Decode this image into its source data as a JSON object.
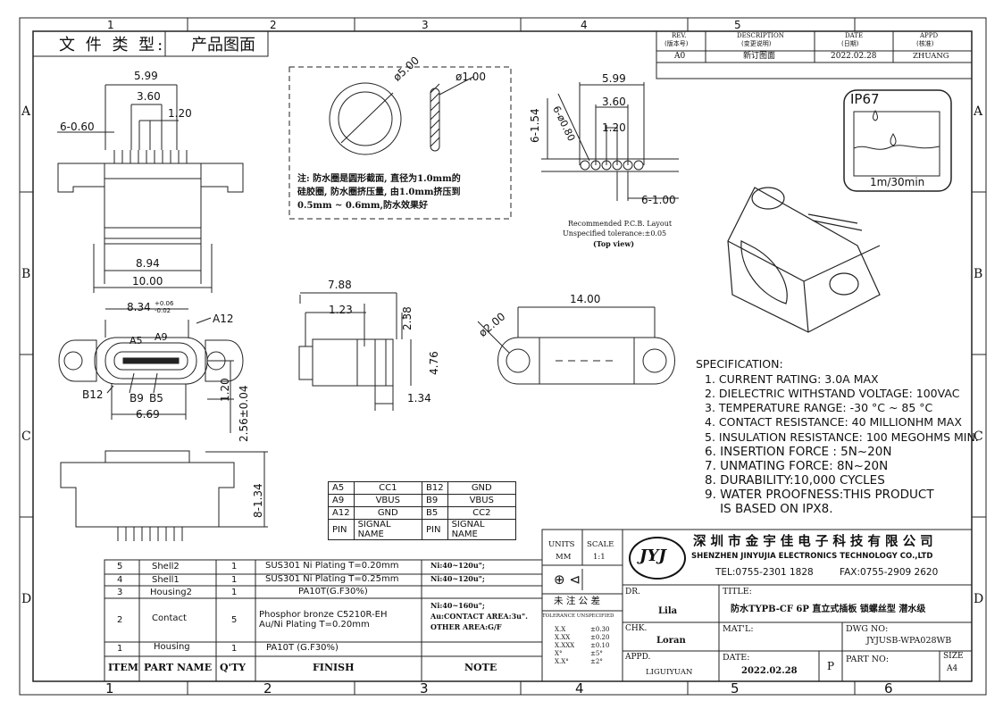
{
  "zones": {
    "top": [
      "1",
      "2",
      "3",
      "4",
      "5"
    ],
    "bottom": [
      "1",
      "2",
      "3",
      "4",
      "5",
      "6"
    ],
    "left": [
      "A",
      "B",
      "C",
      "D"
    ],
    "right": [
      "A",
      "B",
      "C",
      "D"
    ]
  },
  "doc_type_label": "文 件 类 型:",
  "doc_type_value": "产品图面",
  "revision": {
    "headers": {
      "rev": "REV.",
      "rev_cn": "(版本号)",
      "desc": "DESCRIPTION",
      "desc_cn": "(变更说明)",
      "date": "DATE",
      "date_cn": "(日期)",
      "appd": "APPD",
      "appd_cn": "(核准)"
    },
    "row": {
      "rev": "A0",
      "desc": "新订图面",
      "date": "2022.02.28",
      "appd": "ZHUANG"
    }
  },
  "ip_badge": {
    "title": "IP67",
    "caption": "1m/30min"
  },
  "dims_front": {
    "d599": "5.99",
    "d360": "3.60",
    "d120": "1.20",
    "d060": "6-0.60",
    "d894": "8.94",
    "d1000": "10.00"
  },
  "oring": {
    "d500": "ø5.00",
    "d100": "ø1.00",
    "note_lines": [
      "注: 防水圈是圆形截面, 直径为1.0mm的",
      "硅胶圈, 防水圈挤压量, 由1.0mm挤压到",
      "0.5mm ~ 0.6mm,防水效果好"
    ]
  },
  "pcb": {
    "d599": "5.99",
    "d360": "3.60",
    "d120": "1.20",
    "d154": "6-1.54",
    "d080": "6-ø0.80",
    "d100": "6-1.00",
    "caption": [
      "Recommended P.C.B. Layout",
      "Unspecified tolerance:±0.05",
      "(Top view)"
    ]
  },
  "dims_face": {
    "d834": "8.34",
    "tol_up": "+0.06",
    "tol_dn": "-0.02",
    "a12": "A12",
    "a5": "A5",
    "a9": "A9",
    "b12": "B12",
    "b9": "B9",
    "b5": "B5",
    "d669": "6.69",
    "d120": "1.20",
    "d256": "2.56±0.04"
  },
  "dims_side": {
    "d788": "7.88",
    "d123": "1.23",
    "d238": "2.38",
    "d476": "4.76",
    "d134": "1.34"
  },
  "dims_top": {
    "d1400": "14.00",
    "d200": "ø2.00"
  },
  "dims_bottom": {
    "d134": "8-1.34"
  },
  "specification": {
    "title": "SPECIFICATION:",
    "items": [
      "1. CURRENT RATING: 3.0A MAX",
      "2. DIELECTRIC WITHSTAND VOLTAGE: 100VAC",
      "3. TEMPERATURE RANGE: -30 °C ~ 85 °C",
      "4. CONTACT RESISTANCE: 40 MILLIONHM MAX",
      "5. INSULATION RESISTANCE: 100 MEGOHMS MIN.",
      "6.  INSERTION FORCE : 5N~20N",
      "7.  UNMATING FORCE: 8N~20N",
      "8.  DURABILITY:10,000 CYCLES",
      "9.  WATER PROOFNESS:THIS PRODUCT",
      "    IS BASED ON IPX8."
    ]
  },
  "pin_table": {
    "rows": [
      [
        "A5",
        "CC1",
        "B12",
        "GND"
      ],
      [
        "A9",
        "VBUS",
        "B9",
        "VBUS"
      ],
      [
        "A12",
        "GND",
        "B5",
        "CC2"
      ],
      [
        "PIN",
        "SIGNAL NAME",
        "PIN",
        "SIGNAL NAME"
      ]
    ]
  },
  "bom": {
    "rows": [
      {
        "item": "5",
        "name": "Shell2",
        "qty": "1",
        "finish": "SUS301  Ni   Plating  T=0.20mm",
        "note": "Ni:40~120u\";"
      },
      {
        "item": "4",
        "name": "Shell1",
        "qty": "1",
        "finish": "SUS301  Ni   Plating  T=0.25mm",
        "note": "Ni:40~120u\";"
      },
      {
        "item": "3",
        "name": "Housing2",
        "qty": "1",
        "finish": "PA10T(G.F30%)",
        "note": ""
      },
      {
        "item": "2",
        "name": "Contact",
        "qty": "5",
        "finish": "Phosphor  bronze  C5210R-EH",
        "finish2": "Au/Ni   Plating   T=0.20mm",
        "note": "Ni:40~160u\";",
        "note2": "Au:CONTACT AREA:3u\".",
        "note3": "OTHER AREA:G/F"
      },
      {
        "item": "1",
        "name": "Housing",
        "qty": "1",
        "finish": "PA10T (G.F30%)",
        "note": ""
      }
    ],
    "headers": {
      "item": "ITEM",
      "name": "PART   NAME",
      "qty": "Q'TY",
      "finish": "FINISH",
      "note": "NOTE"
    }
  },
  "title_block": {
    "units_label": "UNITS",
    "units_value": "MM",
    "scale_label": "SCALE",
    "scale_value": "1:1",
    "logo": "JYJ",
    "company_cn": "深 圳 市 金 宇 佳 电 子 科 技 有 限 公 司",
    "company_en": "SHENZHEN  JINYUJIA  ELECTRONICS TECHNOLOGY CO.,LTD",
    "tel": "TEL:0755-2301 1828",
    "fax": "FAX:0755-2909 2620",
    "tol_title": "未 注 公 差",
    "tol_sub": "TOLERANCE UNSPECIFIED",
    "tol_rows": [
      [
        "X.X",
        "±0.30"
      ],
      [
        "X.XX",
        "±0.20"
      ],
      [
        "X.XXX",
        "±0.10"
      ],
      [
        "X°",
        "±5°"
      ],
      [
        "X.X°",
        "±2°"
      ]
    ],
    "dr_label": "DR.",
    "dr_value": "Lila",
    "chk_label": "CHK.",
    "chk_value": "Loran",
    "appd_label": "APPD.",
    "appd_value": "LIGUIYUAN",
    "title_label": "TITLE:",
    "title_value": "防水TYPB-CF 6P 直立式插板 锁螺丝型 潜水级",
    "mat_label": "MAT'L:",
    "dwg_label": "DWG NO:",
    "dwg_value": "JYJUSB-WPA028WB",
    "date_label": "DATE:",
    "date_value": "2022.02.28",
    "p_label": "P",
    "part_label": "PART  NO:",
    "size_label": "SIZE",
    "size_value": "A4"
  }
}
